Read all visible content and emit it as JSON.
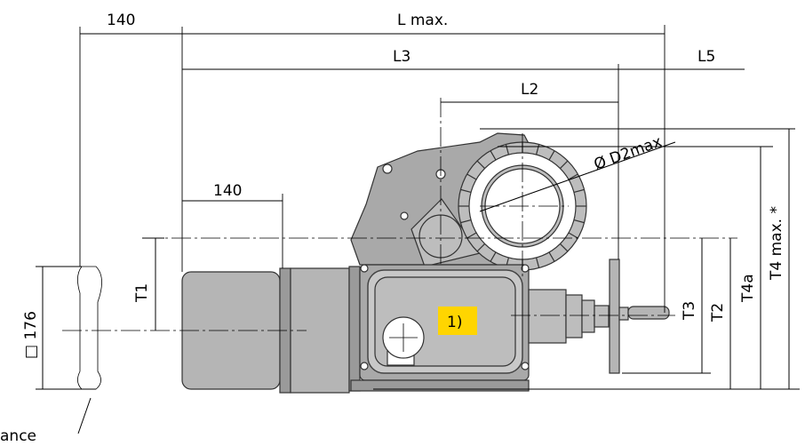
{
  "dimensions": {
    "d140_top": "140",
    "l_max": "L max.",
    "l3": "L3",
    "l5": "L5",
    "l2": "L2",
    "d2max": "Ø D2max",
    "d140_left": "140",
    "t1": "T1",
    "t3": "T3",
    "t2": "T2",
    "t4a": "T4a",
    "t4max": "T4 max. *",
    "square176": "□ 176"
  },
  "callout": "1)",
  "note_partial": "ance",
  "colors": {
    "callout_bg": "#ffd500",
    "housing": "#b0b0b0"
  }
}
